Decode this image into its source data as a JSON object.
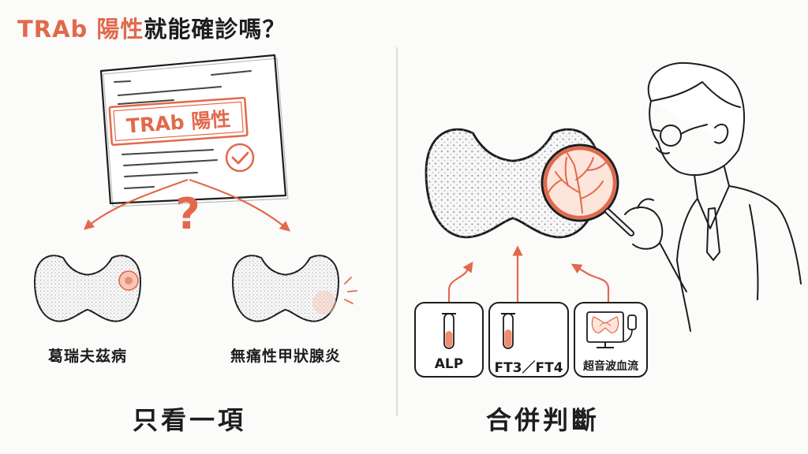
{
  "title": {
    "highlight": "TRAb 陽性",
    "rest": "就能確診嗎？"
  },
  "report": {
    "stamp_text": "TRAb 陽性"
  },
  "left": {
    "question_mark": "?",
    "option_a": "葛瑞夫茲病",
    "option_b": "無痛性甲狀腺炎",
    "caption": "只看一項"
  },
  "right": {
    "tests": [
      "ALP",
      "FT3／FT4",
      "超音波血流"
    ],
    "caption": "合併判斷"
  },
  "colors": {
    "accent": "#e2694c",
    "ink": "#1d1d1d",
    "paper": "#ffffff"
  }
}
